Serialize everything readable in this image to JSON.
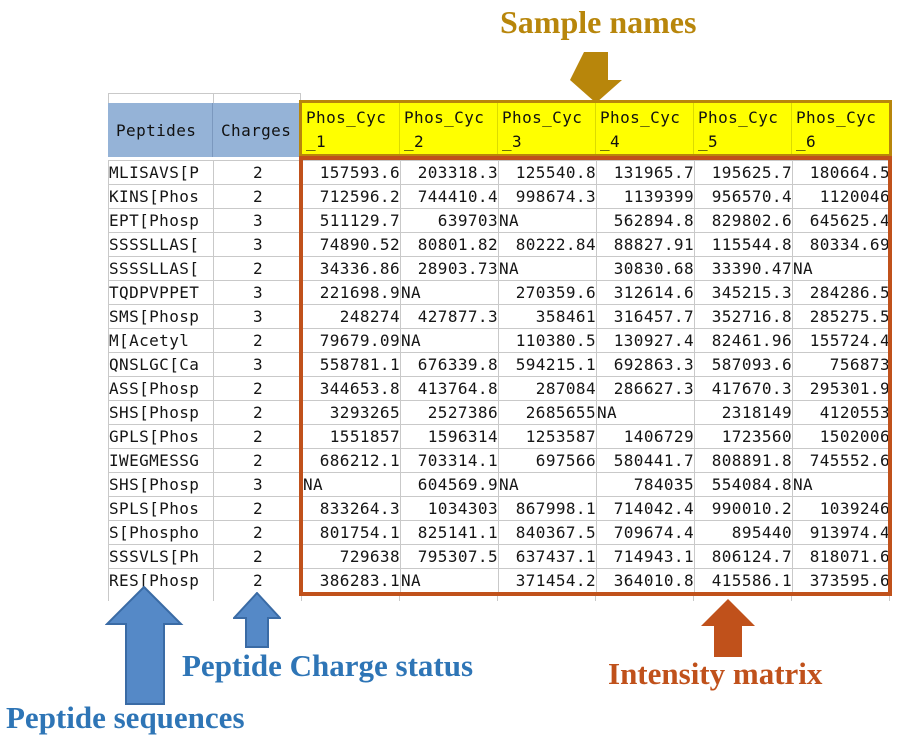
{
  "annotations": {
    "sample_names": "Sample names",
    "peptide_sequences": "Peptide sequences",
    "peptide_charge_status": "Peptide Charge status",
    "intensity_matrix": "Intensity matrix"
  },
  "colors": {
    "sample_annotation": "#B8860B",
    "yellow_header_fill": "#FFFF00",
    "left_header_fill": "#95B3D7",
    "orange_annotation": "#C0511B",
    "blue_annotation": "#2E75B6",
    "blue_arrow_fill": "#5589C7",
    "blue_arrow_stroke": "#3A6BA5"
  },
  "table": {
    "left_headers": [
      "Peptides",
      "Charges"
    ],
    "sample_headers": [
      {
        "line1": "Phos_Cyc",
        "line2": "_1"
      },
      {
        "line1": "Phos_Cyc",
        "line2": "_2"
      },
      {
        "line1": "Phos_Cyc",
        "line2": "_3"
      },
      {
        "line1": "Phos_Cyc",
        "line2": "_4"
      },
      {
        "line1": "Phos_Cyc",
        "line2": "_5"
      },
      {
        "line1": "Phos_Cyc",
        "line2": "_6"
      }
    ],
    "missing_token": "NA",
    "rows": [
      {
        "peptide": "MLISAVS[P",
        "charge": "2",
        "values": [
          "157593.6",
          "203318.3",
          "125540.8",
          "131965.7",
          "195625.7",
          "180664.5"
        ]
      },
      {
        "peptide": "KINS[Phos",
        "charge": "2",
        "values": [
          "712596.2",
          "744410.4",
          "998674.3",
          "1139399",
          "956570.4",
          "1120046"
        ]
      },
      {
        "peptide": "EPT[Phosp",
        "charge": "3",
        "values": [
          "511129.7",
          "639703",
          "NA",
          "562894.8",
          "829802.6",
          "645625.4"
        ]
      },
      {
        "peptide": "SSSSLLAS[",
        "charge": "3",
        "values": [
          "74890.52",
          "80801.82",
          "80222.84",
          "88827.91",
          "115544.8",
          "80334.69"
        ]
      },
      {
        "peptide": "SSSSLLAS[",
        "charge": "2",
        "values": [
          "34336.86",
          "28903.73",
          "NA",
          "30830.68",
          "33390.47",
          "NA"
        ]
      },
      {
        "peptide": "TQDPVPPET",
        "charge": "3",
        "values": [
          "221698.9",
          "NA",
          "270359.6",
          "312614.6",
          "345215.3",
          "284286.5"
        ]
      },
      {
        "peptide": "SMS[Phosp",
        "charge": "3",
        "values": [
          "248274",
          "427877.3",
          "358461",
          "316457.7",
          "352716.8",
          "285275.5"
        ]
      },
      {
        "peptide": "M[Acetyl",
        "charge": "2",
        "values": [
          "79679.09",
          "NA",
          "110380.5",
          "130927.4",
          "82461.96",
          "155724.4"
        ]
      },
      {
        "peptide": "QNSLGC[Ca",
        "charge": "3",
        "values": [
          "558781.1",
          "676339.8",
          "594215.1",
          "692863.3",
          "587093.6",
          "756873"
        ]
      },
      {
        "peptide": "ASS[Phosp",
        "charge": "2",
        "values": [
          "344653.8",
          "413764.8",
          "287084",
          "286627.3",
          "417670.3",
          "295301.9"
        ]
      },
      {
        "peptide": "SHS[Phosp",
        "charge": "2",
        "values": [
          "3293265",
          "2527386",
          "2685655",
          "NA",
          "2318149",
          "4120553"
        ]
      },
      {
        "peptide": "GPLS[Phos",
        "charge": "2",
        "values": [
          "1551857",
          "1596314",
          "1253587",
          "1406729",
          "1723560",
          "1502006"
        ]
      },
      {
        "peptide": "IWEGMESSG",
        "charge": "2",
        "values": [
          "686212.1",
          "703314.1",
          "697566",
          "580441.7",
          "808891.8",
          "745552.6"
        ]
      },
      {
        "peptide": "SHS[Phosp",
        "charge": "3",
        "values": [
          "NA",
          "604569.9",
          "NA",
          "784035",
          "554084.8",
          "NA"
        ]
      },
      {
        "peptide": "SPLS[Phos",
        "charge": "2",
        "values": [
          "833264.3",
          "1034303",
          "867998.1",
          "714042.4",
          "990010.2",
          "1039246"
        ]
      },
      {
        "peptide": "S[Phospho",
        "charge": "2",
        "values": [
          "801754.1",
          "825141.1",
          "840367.5",
          "709674.4",
          "895440",
          "913974.4"
        ]
      },
      {
        "peptide": "SSSVLS[Ph",
        "charge": "2",
        "values": [
          "729638",
          "795307.5",
          "637437.1",
          "714943.1",
          "806124.7",
          "818071.6"
        ]
      },
      {
        "peptide": "RES[Phosp",
        "charge": "2",
        "values": [
          "386283.1",
          "NA",
          "371454.2",
          "364010.8",
          "415586.1",
          "373595.6"
        ]
      }
    ]
  }
}
